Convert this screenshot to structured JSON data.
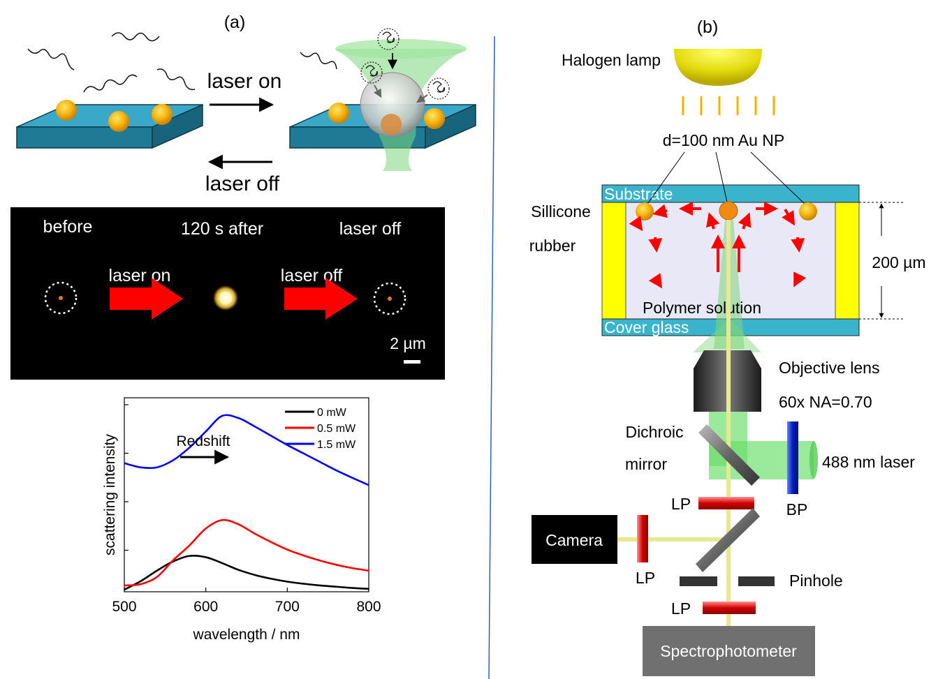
{
  "panel_a": {
    "label": "(a)",
    "schematic": {
      "laser_on": "laser on",
      "laser_off": "laser off"
    },
    "microscopy": {
      "before": "before",
      "after": "120 s after",
      "laser_off_title": "laser off",
      "arrow1": "laser on",
      "arrow2": "laser off",
      "scale_bar": "2 µm"
    }
  },
  "chart_data": {
    "type": "line",
    "title": "",
    "xlabel": "wavelength / nm",
    "ylabel": "scattering intensity",
    "xlim": [
      500,
      800
    ],
    "ylim": [
      0,
      4.6
    ],
    "xticks": [
      "500",
      "600",
      "700",
      "800"
    ],
    "grid": false,
    "legend_position": "top-right",
    "annotation": "Redshift",
    "series": [
      {
        "name": "0 mW",
        "color": "#000000",
        "x": [
          500,
          520,
          540,
          560,
          580,
          600,
          620,
          640,
          660,
          680,
          700,
          720,
          740,
          760,
          780,
          800
        ],
        "values": [
          0.05,
          0.25,
          0.5,
          0.72,
          0.85,
          0.82,
          0.68,
          0.52,
          0.4,
          0.31,
          0.24,
          0.19,
          0.15,
          0.12,
          0.09,
          0.07
        ]
      },
      {
        "name": "0.5 mW",
        "color": "#ff0000",
        "x": [
          500,
          520,
          540,
          560,
          580,
          600,
          620,
          640,
          660,
          680,
          700,
          720,
          740,
          760,
          780,
          800
        ],
        "values": [
          0.15,
          0.18,
          0.35,
          0.75,
          1.1,
          1.5,
          1.7,
          1.6,
          1.38,
          1.18,
          1.0,
          0.86,
          0.74,
          0.64,
          0.56,
          0.5
        ]
      },
      {
        "name": "1.5 mW",
        "color": "#0000ff",
        "x": [
          500,
          520,
          540,
          560,
          580,
          600,
          620,
          640,
          660,
          680,
          700,
          720,
          740,
          760,
          780,
          800
        ],
        "values": [
          3.05,
          2.95,
          2.95,
          3.12,
          3.42,
          3.8,
          4.17,
          4.12,
          3.92,
          3.7,
          3.48,
          3.28,
          3.08,
          2.88,
          2.7,
          2.53
        ]
      }
    ]
  },
  "panel_b": {
    "label": "(b)",
    "halogen_lamp": "Halogen lamp",
    "np_label": "d=100 nm Au NP",
    "substrate": "Substrate",
    "silicone_1": "Sillicone",
    "silicone_2": "rubber",
    "polymer": "Polymer solution",
    "cover": "Cover glass",
    "thickness": "200 µm",
    "objective_1": "Objective lens",
    "objective_2": "60x NA=0.70",
    "dichroic_1": "Dichroic",
    "dichroic_2": "mirror",
    "laser": "488 nm laser",
    "lp": "LP",
    "bp": "BP",
    "camera": "Camera",
    "pinhole": "Pinhole",
    "spectro": "Spectrophotometer"
  }
}
